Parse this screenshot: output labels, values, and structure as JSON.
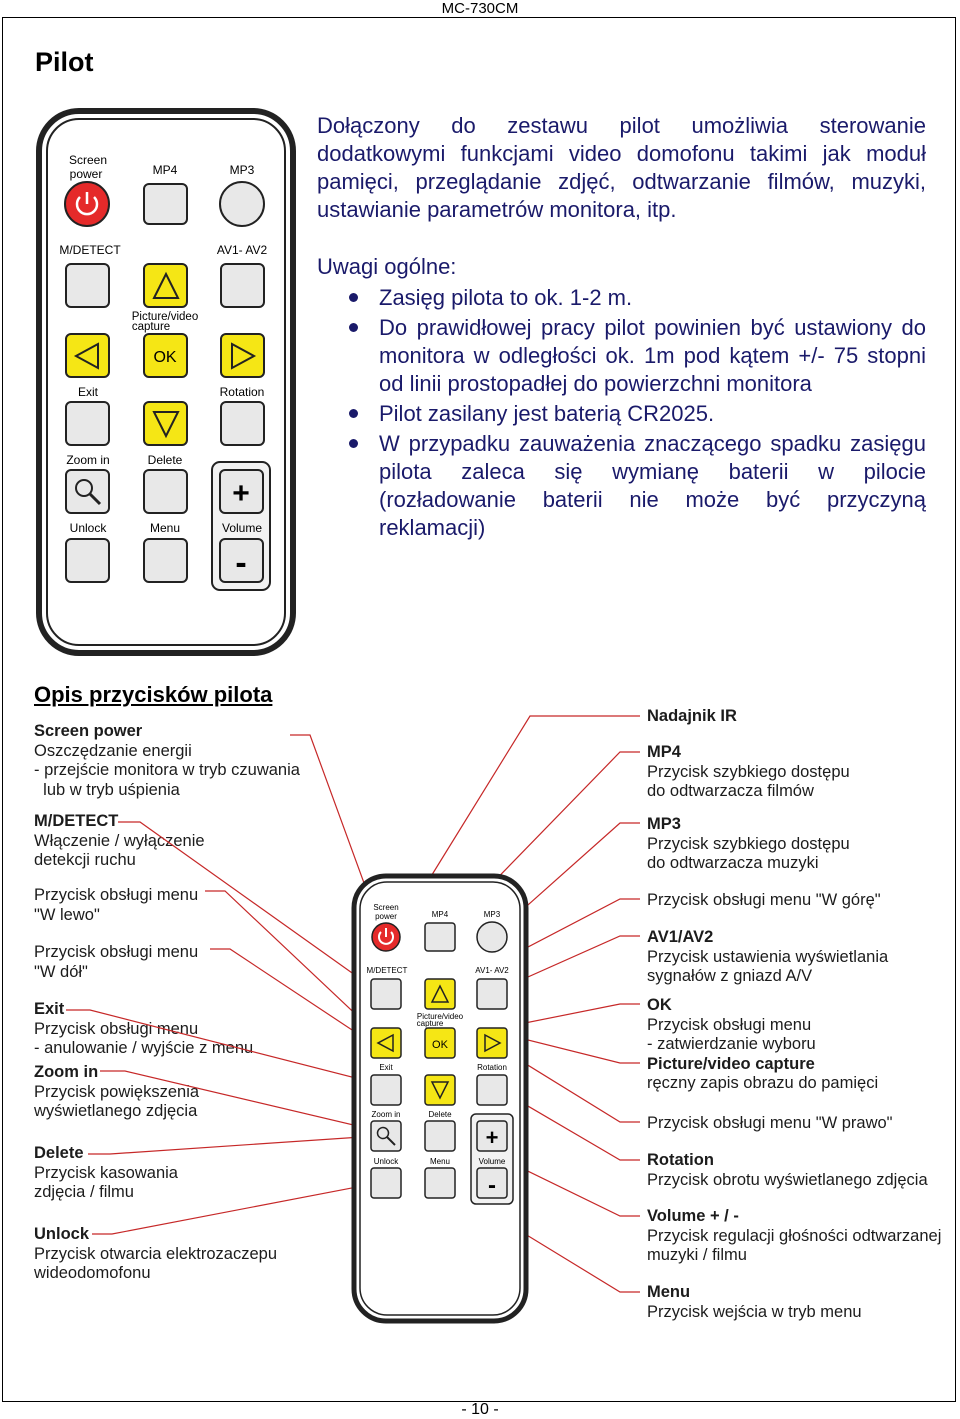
{
  "header": "MC-730CM",
  "footer": "- 10 -",
  "title": "Pilot",
  "intro": "Dołączony do zestawu pilot umożliwia sterowanie dodatkowymi funkcjami video domofonu takimi jak moduł pamięci, przeglądanie zdjęć, odtwarzanie filmów, muzyki, ustawianie parametrów monitora, itp.",
  "notes_heading": "Uwagi ogólne:",
  "notes": [
    "Zasięg pilota to ok. 1-2 m.",
    "Do prawidłowej pracy pilot powinien być ustawiony do monitora w odległości ok. 1m pod kątem +/- 75 stopni od linii prostopadłej do powierzchni monitora",
    "Pilot zasilany jest baterią CR2025.",
    "W przypadku zauważenia znaczącego spadku zasięgu pilota zaleca się wymianę baterii w pilocie (rozładowanie baterii nie może być przyczyną reklamacji)"
  ],
  "remote": {
    "screen_power": "Screen",
    "screen_power_2": "power",
    "mp4": "MP4",
    "mp3": "MP3",
    "mdetect": "M/DETECT",
    "av": "AV1- AV2",
    "capture": "Picture/video",
    "capture_2": "capture",
    "ok": "OK",
    "exit": "Exit",
    "rotation": "Rotation",
    "zoom": "Zoom in",
    "delete": "Delete",
    "unlock": "Unlock",
    "menu": "Menu",
    "volume": "Volume",
    "plus": "+",
    "minus": "-",
    "colors": {
      "yellow": "#f5e615",
      "red": "#e52a2a",
      "grey": "#e8e8e8",
      "body": "#222222"
    }
  },
  "section2_title": "Opis przycisków pilota",
  "left_labels": [
    {
      "bold": "Screen power",
      "lines": [
        "Oszczędzanie energii",
        "- przejście monitora w tryb czuwania",
        "  lub w tryb uśpienia"
      ]
    },
    {
      "bold": "M/DETECT",
      "lines": [
        "Włączenie / wyłączenie",
        "detekcji ruchu"
      ]
    },
    {
      "bold": "",
      "lines": [
        "Przycisk obsługi menu",
        "\"W lewo\""
      ]
    },
    {
      "bold": "",
      "lines": [
        "Przycisk obsługi menu",
        "\"W dół\""
      ]
    },
    {
      "bold": "Exit",
      "lines": [
        "Przycisk obsługi menu",
        "- anulowanie / wyjście z menu"
      ]
    },
    {
      "bold": "Zoom in",
      "lines": [
        "Przycisk powiększenia",
        "wyświetlanego zdjęcia"
      ]
    },
    {
      "bold": "Delete",
      "lines": [
        "Przycisk kasowania",
        "zdjęcia / filmu"
      ]
    },
    {
      "bold": "Unlock",
      "lines": [
        "Przycisk otwarcia elektrozaczepu",
        "wideodomofonu"
      ]
    }
  ],
  "right_labels": [
    {
      "bold": "Nadajnik IR",
      "lines": []
    },
    {
      "bold": "MP4",
      "lines": [
        "Przycisk szybkiego dostępu",
        "do odtwarzacza filmów"
      ]
    },
    {
      "bold": "MP3",
      "lines": [
        "Przycisk szybkiego dostępu",
        "do odtwarzacza muzyki"
      ]
    },
    {
      "bold": "",
      "lines": [
        "Przycisk obsługi menu \"W górę\""
      ]
    },
    {
      "bold": "AV1/AV2",
      "lines": [
        "Przycisk ustawienia wyświetlania",
        "sygnałów z gniazd A/V"
      ]
    },
    {
      "bold": "OK",
      "lines": [
        "Przycisk obsługi menu",
        "- zatwierdzanie wyboru"
      ]
    },
    {
      "bold": "Picture/video capture",
      "lines": [
        "ręczny zapis obrazu do pamięci"
      ]
    },
    {
      "bold": "",
      "lines": [
        "Przycisk obsługi menu \"W prawo\""
      ]
    },
    {
      "bold": "Rotation",
      "lines": [
        "Przycisk obrotu wyświetlanego zdjęcia"
      ]
    },
    {
      "bold": "Volume + / -",
      "lines": [
        "Przycisk regulacji głośności odtwarzanej",
        "muzyki / filmu"
      ]
    },
    {
      "bold": "Menu",
      "lines": [
        "Przycisk wejścia w tryb menu"
      ]
    }
  ]
}
